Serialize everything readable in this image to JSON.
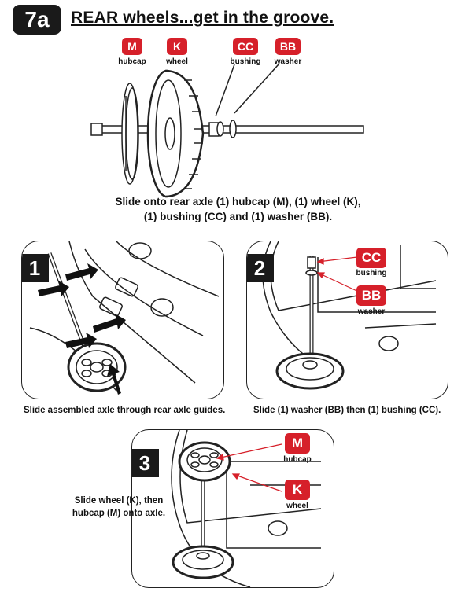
{
  "header": {
    "step": "7a",
    "title": "REAR wheels...get in the groove."
  },
  "parts": [
    {
      "code": "M",
      "name": "hubcap"
    },
    {
      "code": "K",
      "name": "wheel"
    },
    {
      "code": "CC",
      "name": "bushing"
    },
    {
      "code": "BB",
      "name": "washer"
    }
  ],
  "intro": {
    "line1": "Slide onto rear axle (1) hubcap (M), (1) wheel (K),",
    "line2": "(1) bushing (CC) and (1) washer (BB)."
  },
  "panels": [
    {
      "number": "1",
      "caption": "Slide assembled axle through rear axle guides."
    },
    {
      "number": "2",
      "caption": "Slide (1) washer (BB) then (1) bushing (CC).",
      "tags": [
        {
          "code": "CC",
          "name": "bushing"
        },
        {
          "code": "BB",
          "name": "washer"
        }
      ]
    },
    {
      "number": "3",
      "caption_line1": "Slide wheel (K), then",
      "caption_line2": "hubcap (M) onto axle.",
      "tags": [
        {
          "code": "M",
          "name": "hubcap"
        },
        {
          "code": "K",
          "name": "wheel"
        }
      ]
    }
  ],
  "colors": {
    "accent_red": "#d6202a",
    "badge_black": "#1a1a1a",
    "line": "#222222"
  }
}
